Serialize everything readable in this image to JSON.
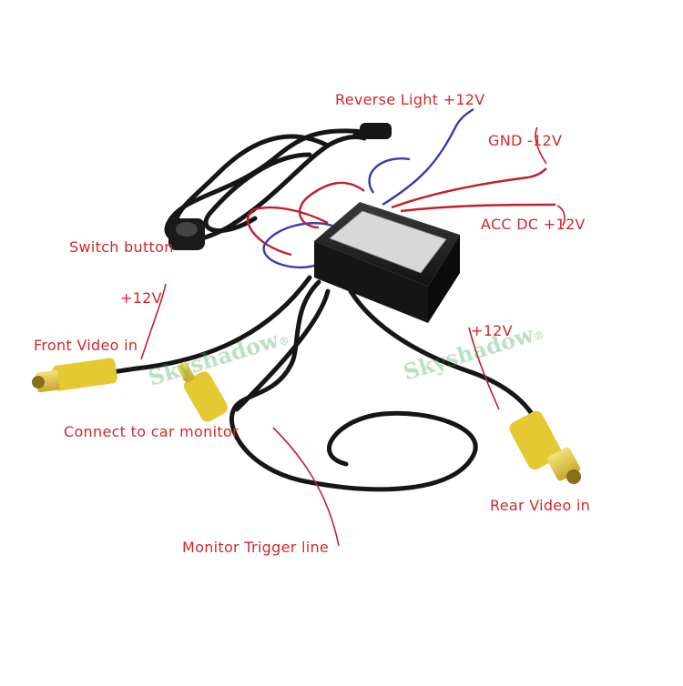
{
  "labels": {
    "reverse_light": "Reverse Light +12V",
    "gnd": "GND  -12V",
    "acc": "ACC  DC  +12V",
    "switch_button": "Switch button",
    "plus12_front": "+12V",
    "front_video": "Front Video in",
    "plus12_rear": "+12V",
    "connect_monitor": "Connect to car monitor",
    "rear_video": "Rear Video in",
    "monitor_trigger": "Monitor Trigger line"
  },
  "watermark": {
    "brand": "Skyshadow",
    "mark": "®"
  },
  "colors": {
    "label_text": "#d0282c",
    "cable_black": "#161616",
    "rca_yellow": "#e6c832",
    "wire_red": "#c0202c",
    "wire_blue": "#3a3ab0",
    "watermark": "#3caa50"
  }
}
